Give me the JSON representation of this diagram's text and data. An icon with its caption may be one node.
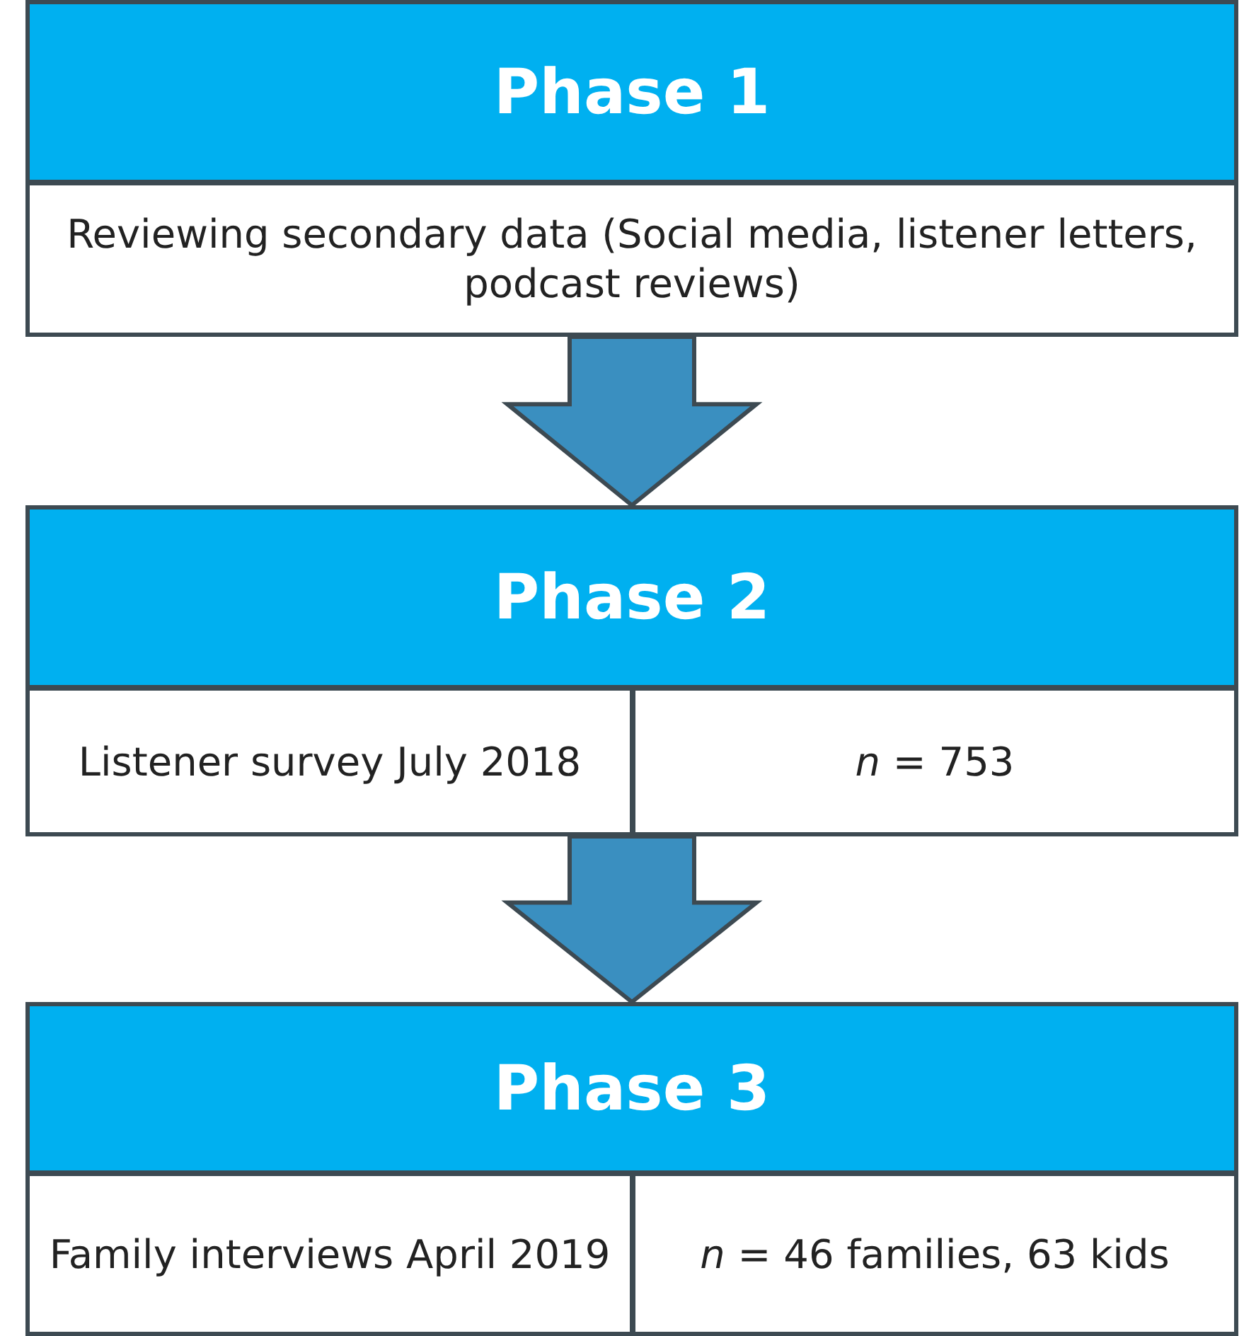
{
  "diagram": {
    "nodes": [
      {
        "text": [
          "Phase 1"
        ]
      },
      {
        "text": [
          "Reviewing secondary data (Social media, listener letters, podcast reviews)"
        ]
      },
      {
        "text": [
          "Phase 2"
        ]
      },
      {
        "text": [
          "Listener survey July 2018"
        ]
      },
      {
        "text": [
          "*n* = 753"
        ]
      },
      {
        "text": [
          "Phase 3"
        ]
      },
      {
        "text": [
          "Family interviews April 2019"
        ]
      },
      {
        "text": [
          "*n* = 46 families, 63 kids"
        ]
      }
    ],
    "edges": [
      {
        "from": 1,
        "to": 2,
        "arrow": "to"
      },
      {
        "from": 3,
        "to": 5,
        "arrow": "to"
      },
      {
        "from": 4,
        "to": 5,
        "arrow": "to"
      }
    ]
  }
}
